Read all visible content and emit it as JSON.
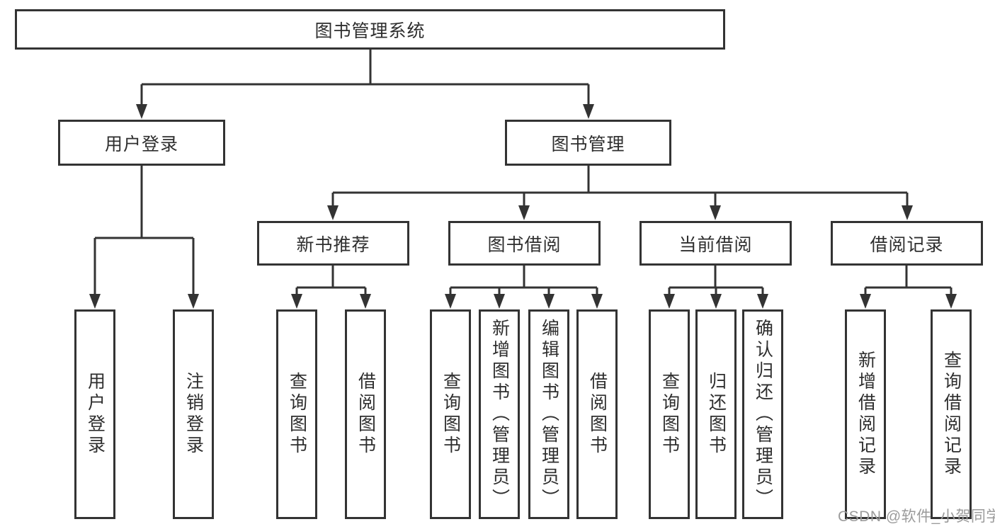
{
  "diagram": {
    "title": "图书管理系统",
    "tree": {
      "label": "图书管理系统",
      "children": [
        {
          "label": "用户登录",
          "children": [
            {
              "label": "用户登录"
            },
            {
              "label": "注销登录"
            }
          ]
        },
        {
          "label": "图书管理",
          "children": [
            {
              "label": "新书推荐",
              "children": [
                {
                  "label": "查询图书"
                },
                {
                  "label": "借阅图书"
                }
              ]
            },
            {
              "label": "图书借阅",
              "children": [
                {
                  "label": "查询图书"
                },
                {
                  "label": "新增图书（管理员）"
                },
                {
                  "label": "编辑图书（管理员）"
                },
                {
                  "label": "借阅图书"
                }
              ]
            },
            {
              "label": "当前借阅",
              "children": [
                {
                  "label": "查询图书"
                },
                {
                  "label": "归还图书"
                },
                {
                  "label": "确认归还（管理员）"
                }
              ]
            },
            {
              "label": "借阅记录",
              "children": [
                {
                  "label": "新增借阅记录"
                },
                {
                  "label": "查询借阅记录"
                }
              ]
            }
          ]
        }
      ]
    }
  },
  "watermark": {
    "text": "CSDN @软件_小贺同学"
  },
  "colors": {
    "line": "#333333",
    "box_background": "#ffffff",
    "text": "#2e2e2e",
    "watermark": "#9b9b9b"
  }
}
